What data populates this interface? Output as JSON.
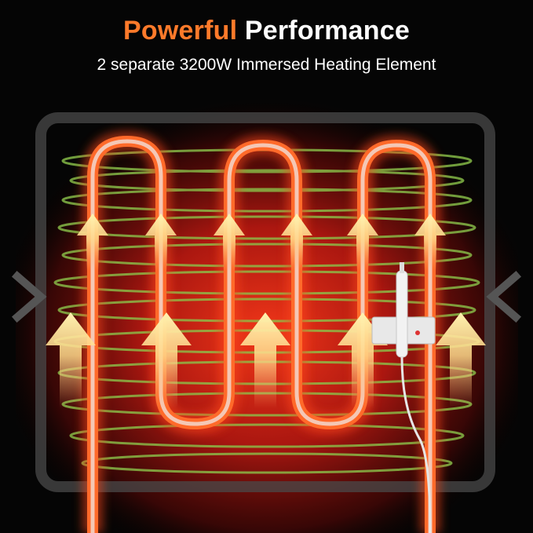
{
  "headline": {
    "accent_text": "Powerful",
    "main_text": "Performance",
    "accent_color": "#ff7a2a"
  },
  "subheadline": "2 separate 3200W Immersed Heating Element",
  "colors": {
    "background": "#050505",
    "glow_red": "#e0241a",
    "coil_orange": "#ff5a1e",
    "wave_green": "#8bc34a",
    "arrow_yellow": "#ffe27a",
    "tank_frame": "#3a3a3a"
  },
  "icons": {
    "heating_coil": "serpentine-heating-element",
    "heat_arrow": "upward-arrow-icon",
    "inward_arrow": "inward-chevron-icon",
    "thermostat": "thermostat-probe-icon"
  }
}
